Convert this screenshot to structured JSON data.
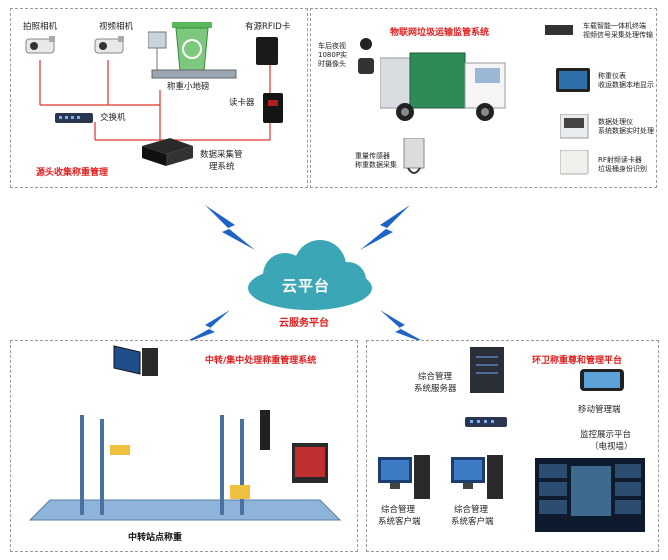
{
  "source_panel": {
    "title": "源头收集称重管理",
    "camera_photo": "拍照相机",
    "camera_video": "视频相机",
    "weighbridge": "称重小地磅",
    "rfid_card": "有源RFID卡",
    "switch": "交换机",
    "card_reader": "读卡器",
    "data_system_line1": "数据采集管",
    "data_system_line2": "理系统"
  },
  "iot_panel": {
    "title": "物联网垃圾运输监管系统",
    "rear_cam_line1": "车后夜视",
    "rear_cam_line2": "1080P实",
    "rear_cam_line3": "时摄像头",
    "vehicle_terminal_line1": "车载智能一体机终端",
    "vehicle_terminal_line2": "视频信号采集处理传输",
    "weigh_display_line1": "称重仪表",
    "weigh_display_line2": "收运数据本地显示",
    "data_processor_line1": "数据处理仪",
    "data_processor_line2": "系统数据实时处理",
    "weight_sensor_line1": "重量传感器",
    "weight_sensor_line2": "称重数据采集",
    "rf_reader_line1": "RF射频读卡器",
    "rf_reader_line2": "垃圾桶身份识别"
  },
  "cloud": {
    "label": "云平台",
    "caption": "云服务平台"
  },
  "transfer_panel": {
    "title": "中转/集中处理称重管理系统",
    "caption": "中转站点称重"
  },
  "sanitation_panel": {
    "title": "环卫称重尊和管理平台",
    "server_line1": "综合管理",
    "server_line2": "系统服务器",
    "mobile": "移动管理端",
    "monitor_line1": "监控展示平台",
    "monitor_line2": "（电视墙）",
    "client1_line1": "综合管理",
    "client1_line2": "系统客户端",
    "client2_line1": "综合管理",
    "client2_line2": "系统客户端"
  },
  "colors": {
    "alert_red": "#e02020",
    "cloud_teal": "#3aa6b6",
    "lightning_blue": "#1e63c8",
    "connector_orange": "#f0a020"
  }
}
